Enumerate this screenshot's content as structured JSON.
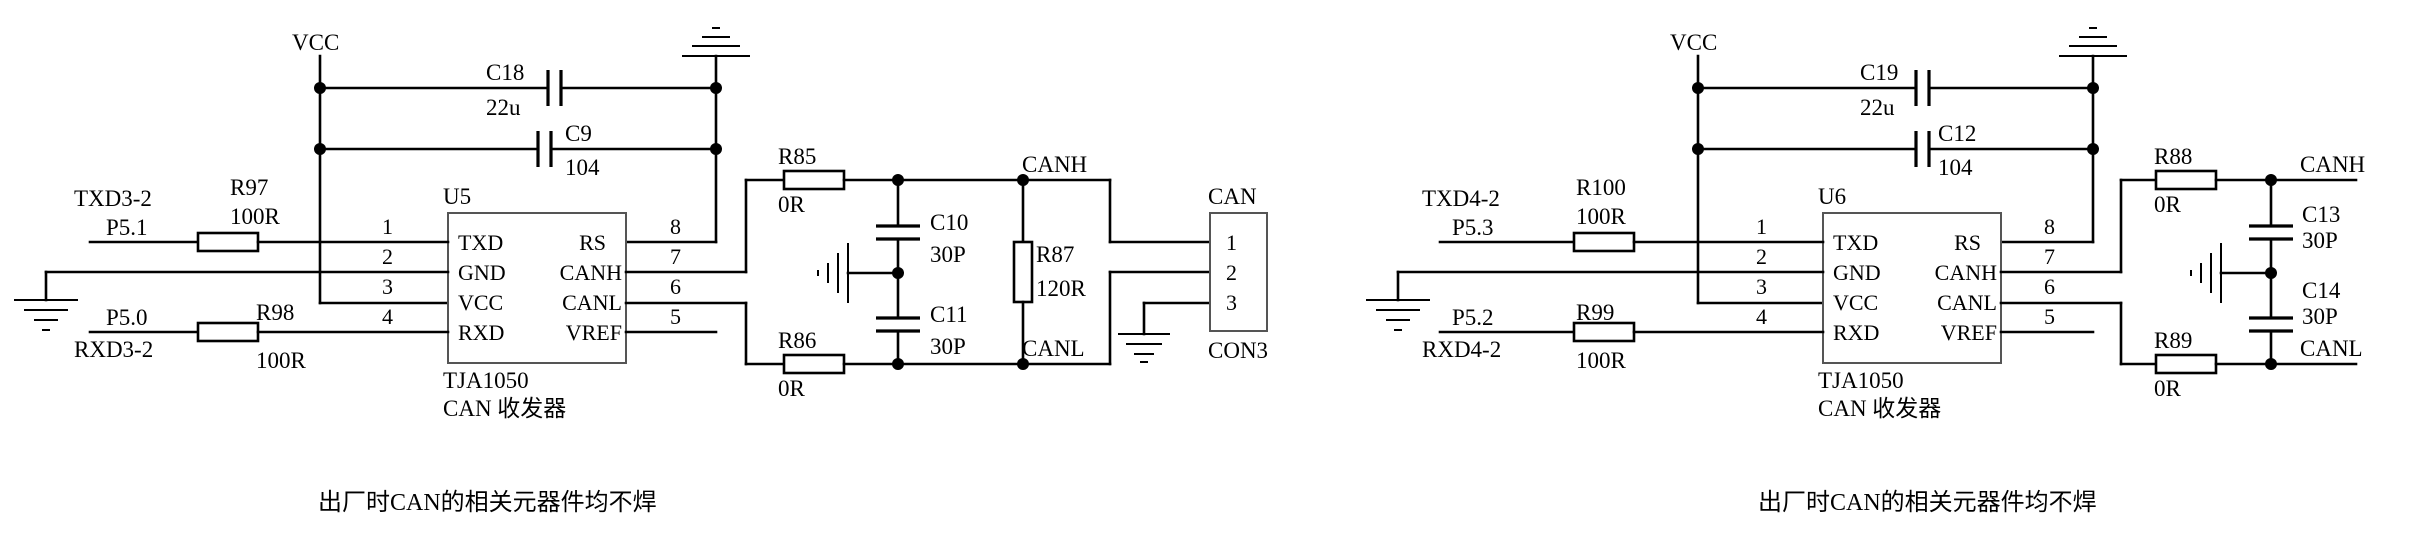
{
  "circuits": [
    {
      "vcc": "VCC",
      "cap_a": {
        "ref": "C18",
        "value": "22u"
      },
      "cap_b": {
        "ref": "C9",
        "value": "104"
      },
      "chip": {
        "ref": "U5",
        "part": "TJA1050",
        "desc": "CAN 收发器",
        "pins_left": [
          {
            "num": "1",
            "name": "TXD"
          },
          {
            "num": "2",
            "name": "GND"
          },
          {
            "num": "3",
            "name": "VCC"
          },
          {
            "num": "4",
            "name": "RXD"
          }
        ],
        "pins_right": [
          {
            "num": "8",
            "name": "RS"
          },
          {
            "num": "7",
            "name": "CANH"
          },
          {
            "num": "6",
            "name": "CANL"
          },
          {
            "num": "5",
            "name": "VREF"
          }
        ]
      },
      "tx": {
        "net": "TXD3-2",
        "port": "P5.1",
        "ref": "R97",
        "value": "100R"
      },
      "rx": {
        "net": "RXD3-2",
        "port": "P5.0",
        "ref": "R98",
        "value": "100R"
      },
      "r_top": {
        "ref": "R85",
        "value": "0R"
      },
      "r_bot": {
        "ref": "R86",
        "value": "0R"
      },
      "c_top": {
        "ref": "C10",
        "value": "30P"
      },
      "c_bot": {
        "ref": "C11",
        "value": "30P"
      },
      "term": {
        "ref": "R87",
        "value": "120R"
      },
      "canh": "CANH",
      "canl": "CANL",
      "conn": {
        "title": "CAN",
        "ref": "CON3",
        "pins": [
          "1",
          "2",
          "3"
        ]
      },
      "note": "出厂时CAN的相关元器件均不焊"
    },
    {
      "vcc": "VCC",
      "cap_a": {
        "ref": "C19",
        "value": "22u"
      },
      "cap_b": {
        "ref": "C12",
        "value": "104"
      },
      "chip": {
        "ref": "U6",
        "part": "TJA1050",
        "desc": "CAN 收发器",
        "pins_left": [
          {
            "num": "1",
            "name": "TXD"
          },
          {
            "num": "2",
            "name": "GND"
          },
          {
            "num": "3",
            "name": "VCC"
          },
          {
            "num": "4",
            "name": "RXD"
          }
        ],
        "pins_right": [
          {
            "num": "8",
            "name": "RS"
          },
          {
            "num": "7",
            "name": "CANH"
          },
          {
            "num": "6",
            "name": "CANL"
          },
          {
            "num": "5",
            "name": "VREF"
          }
        ]
      },
      "tx": {
        "net": "TXD4-2",
        "port": "P5.3",
        "ref": "R100",
        "value": "100R"
      },
      "rx": {
        "net": "RXD4-2",
        "port": "P5.2",
        "ref": "R99",
        "value": "100R"
      },
      "r_top": {
        "ref": "R88",
        "value": "0R"
      },
      "r_bot": {
        "ref": "R89",
        "value": "0R"
      },
      "c_top": {
        "ref": "C13",
        "value": "30P"
      },
      "c_bot": {
        "ref": "C14",
        "value": "30P"
      },
      "canh": "CANH",
      "canl": "CANL",
      "note": "出厂时CAN的相关元器件均不焊"
    }
  ]
}
